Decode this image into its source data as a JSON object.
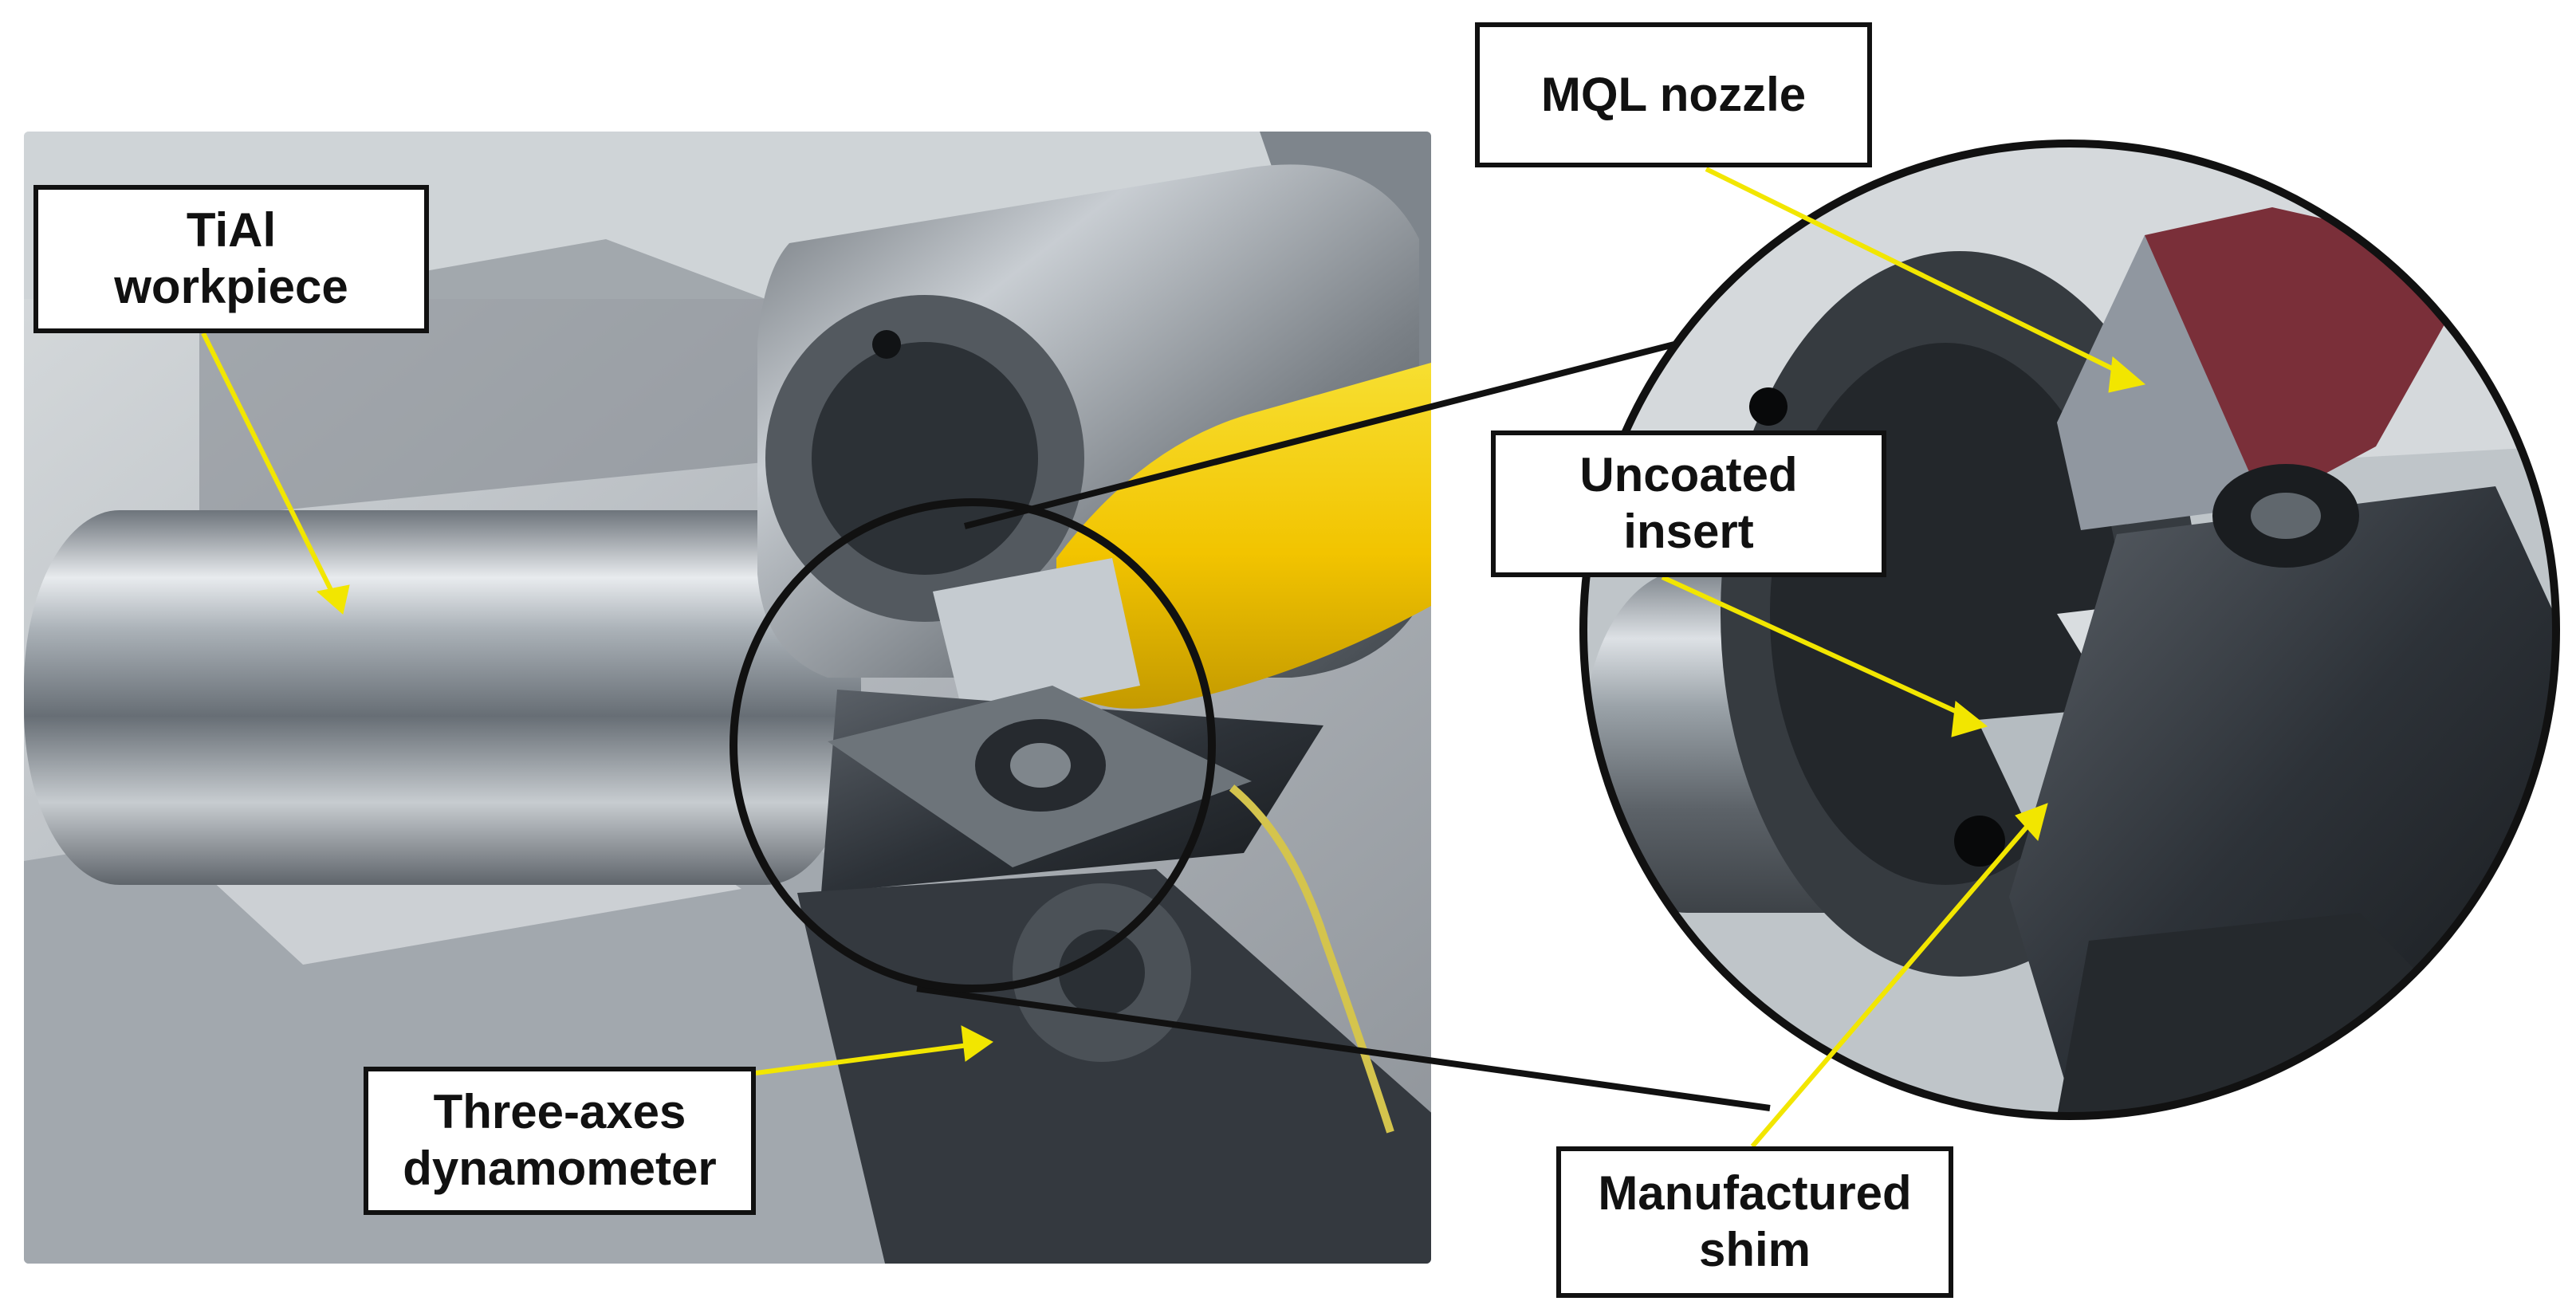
{
  "labels": {
    "workpiece": [
      "TiAl",
      "workpiece"
    ],
    "nozzle": [
      "MQL nozzle"
    ],
    "insert": [
      "Uncoated",
      "insert"
    ],
    "dynamometer": [
      "Three-axes",
      "dynamometer"
    ],
    "shim": [
      "Manufactured",
      "shim"
    ]
  },
  "colors": {
    "pointer": "#f2e600",
    "outline": "#111111",
    "nozzle": "#f4d31c",
    "workpiece": "#9aa3ad"
  }
}
